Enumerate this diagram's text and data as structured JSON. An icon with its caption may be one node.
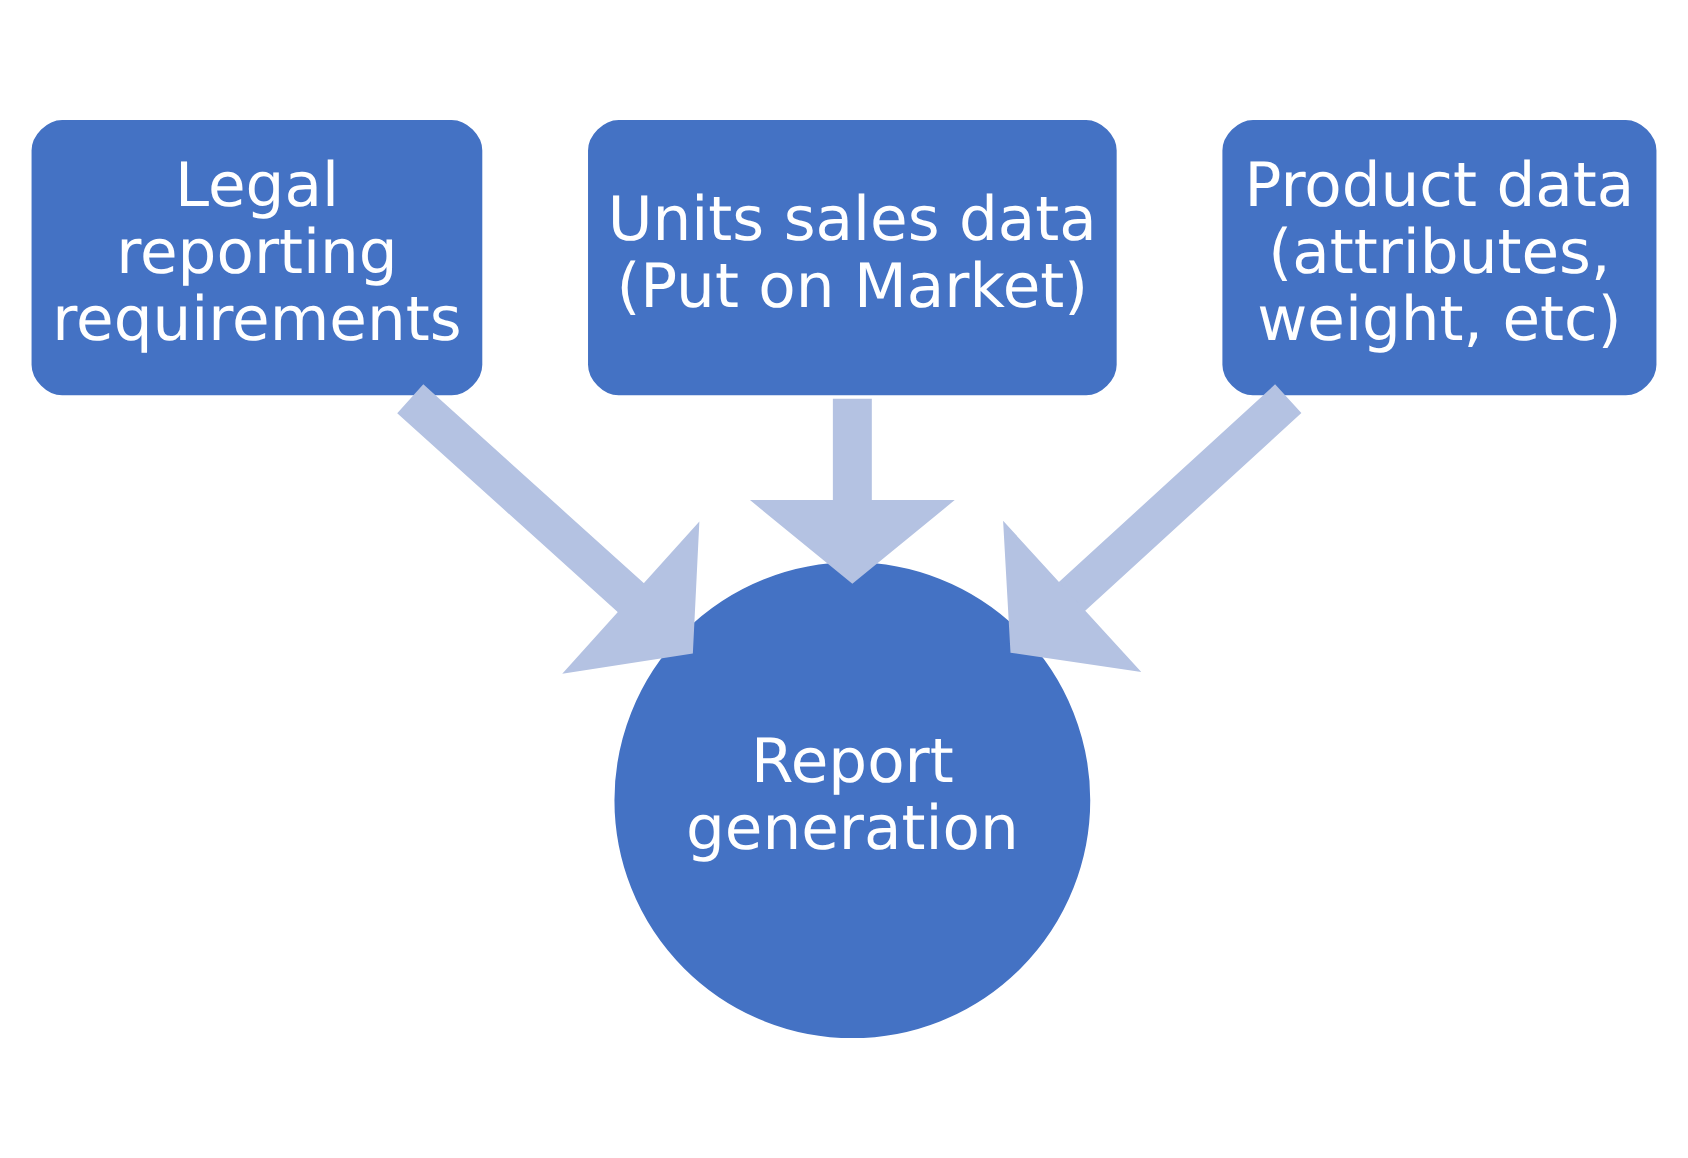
{
  "diagram": {
    "nodes": [
      {
        "text": [
          "Units sales data (Put on Market)"
        ]
      },
      {
        "text": [
          "Legal reporting requirements"
        ]
      },
      {
        "text": [
          "Product data (attributes, weight, etc)"
        ]
      },
      {
        "text": [
          "Report generation"
        ]
      }
    ],
    "edges": [
      {
        "from": 1,
        "to": 3,
        "arrow": "to"
      },
      {
        "from": 0,
        "to": 3,
        "arrow": "to"
      },
      {
        "from": 2,
        "to": 3,
        "arrow": "to"
      }
    ]
  }
}
